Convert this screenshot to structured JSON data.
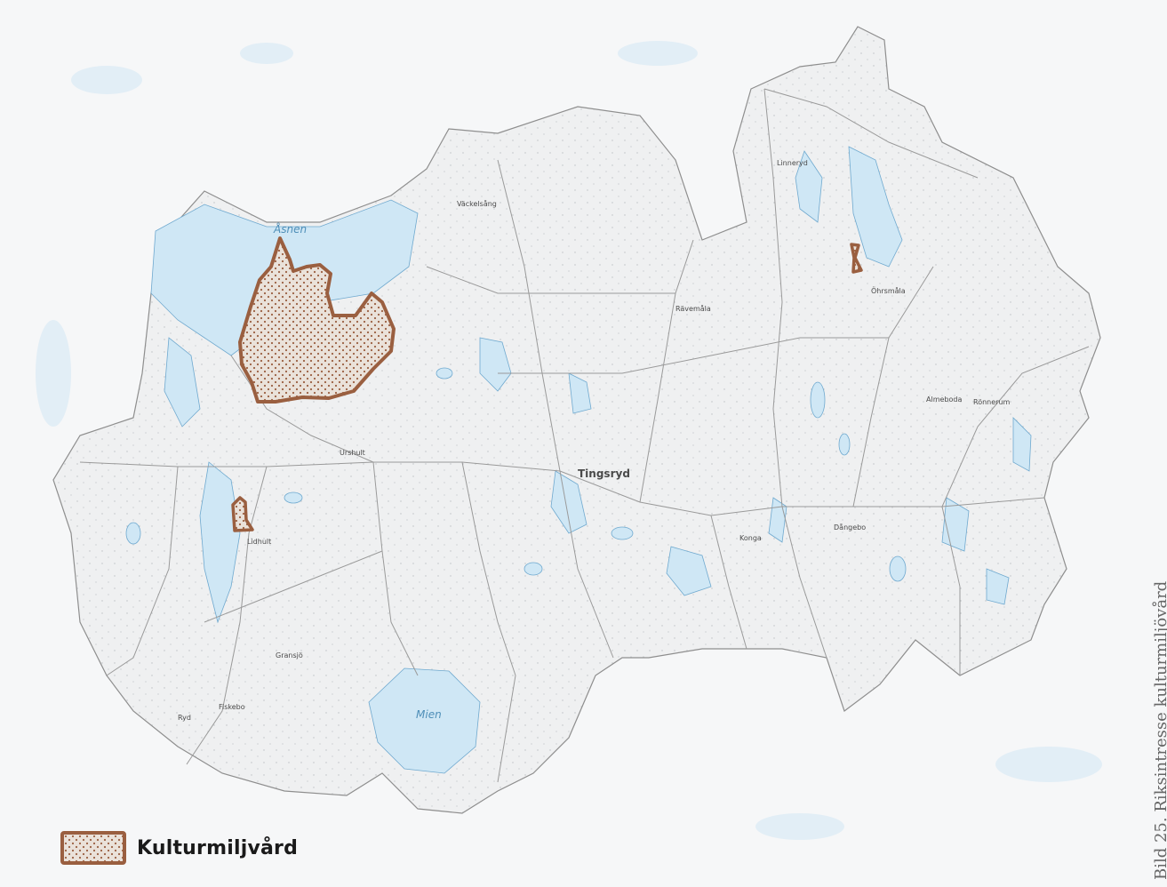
{
  "caption": "Bild 25. Riksintresse kulturmiljövård",
  "legend": {
    "label": "Kulturmiljvård",
    "fill_color": "#b5784f",
    "outline_color": "#9a5f40"
  },
  "colors": {
    "water": "#cfe7f5",
    "land": "#f0f1f1",
    "outside": "#f6f7f8",
    "roads": "#9a9a9a"
  },
  "labels": {
    "lake_asnen": "Åsnen",
    "lake_mien": "Mien",
    "town_tingsryd": "Tingsryd",
    "place_lidhult": "Lidhult",
    "place_ryd": "Ryd",
    "place_urshult": "Urshult",
    "place_vaxjo": "Väckelsång",
    "place_konga": "Konga",
    "place_linneryd": "Linneryd",
    "place_rave": "Rävemåla",
    "place_ronnerum": "Rönnerum",
    "place_dangebo": "Dångebo",
    "place_almeboda": "Almeboda",
    "place_urshult2": "Öhrsmåla",
    "place_fiskebo": "Fiskebo",
    "place_gransjo": "Gransjö"
  }
}
